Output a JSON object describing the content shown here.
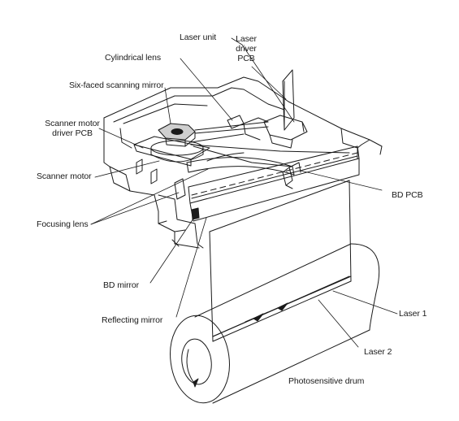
{
  "labels": {
    "laser_unit": "Laser unit",
    "laser_driver_pcb": [
      "Laser",
      "driver",
      "PCB"
    ],
    "cylindrical_lens": "Cylindrical lens",
    "six_faced_mirror": "Six-faced scanning mirror",
    "scanner_motor_driver_pcb": [
      "Scanner motor",
      "driver PCB"
    ],
    "scanner_motor": "Scanner motor",
    "bd_pcb": "BD PCB",
    "focusing_lens": "Focusing lens",
    "bd_mirror": "BD mirror",
    "reflecting_mirror": "Reflecting mirror",
    "laser_1": "Laser 1",
    "laser_2": "Laser 2",
    "photosensitive_drum": "Photosensitive drum"
  },
  "colors": {
    "line": "#1a1a1a",
    "background": "#ffffff"
  }
}
